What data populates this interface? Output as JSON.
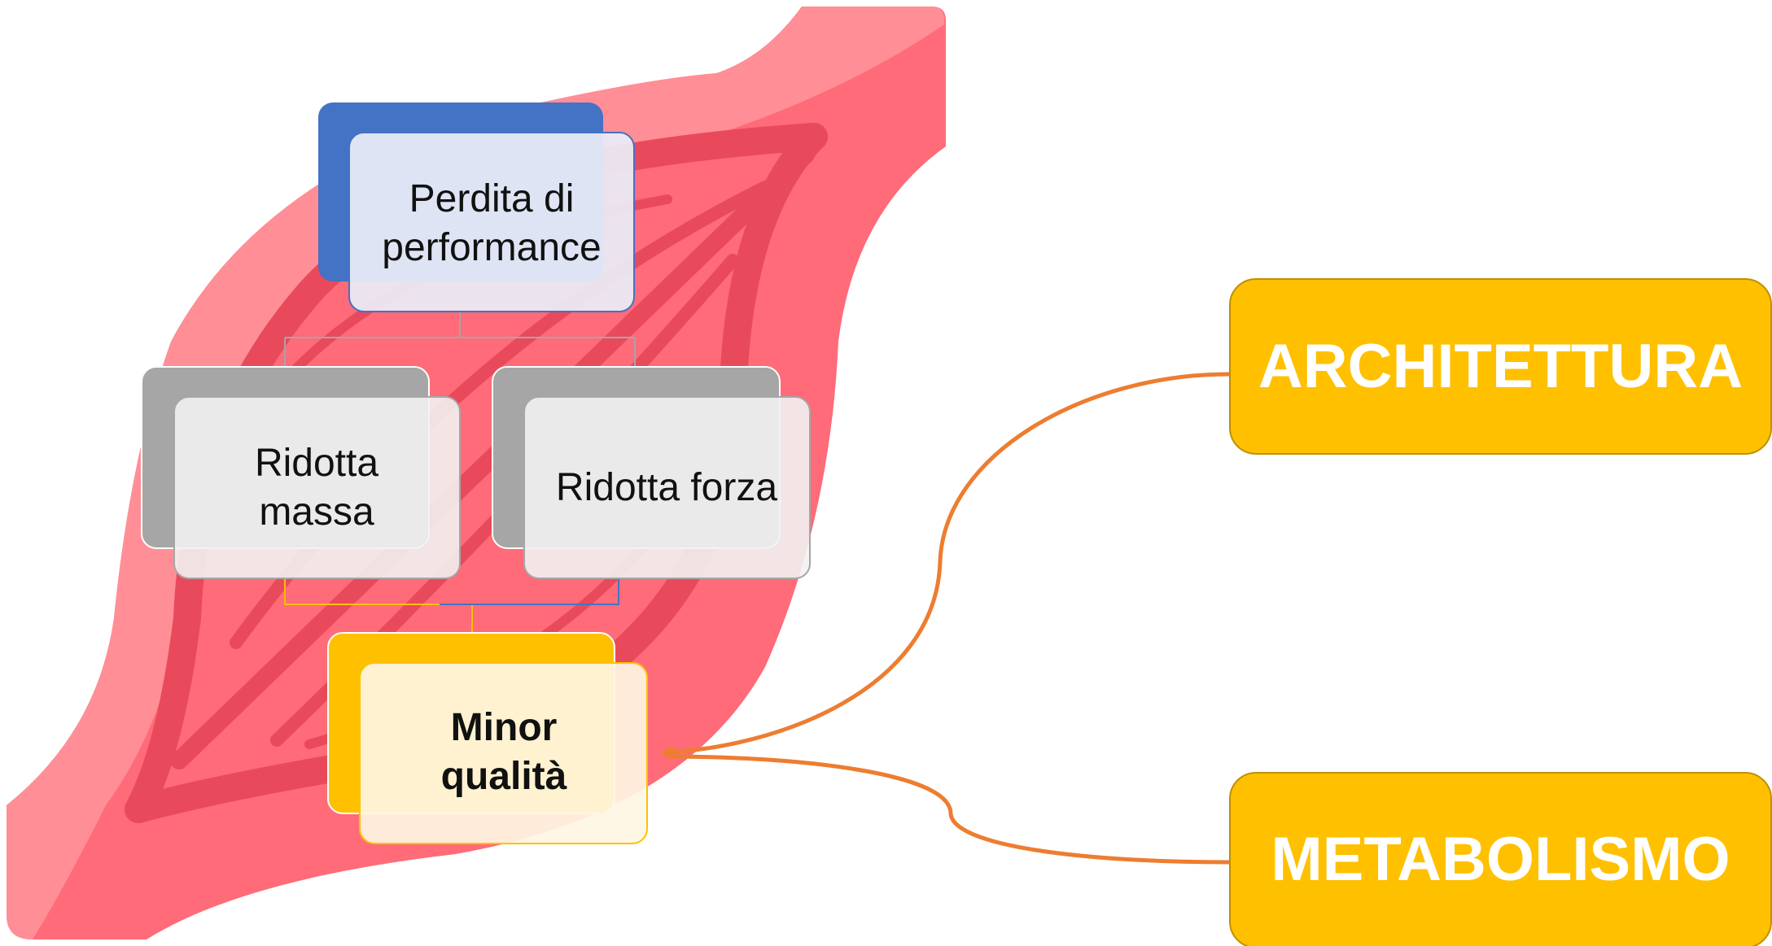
{
  "diagram": {
    "nodes": {
      "top": "Perdita di performance",
      "left": "Ridotta massa",
      "right": "Ridotta forza",
      "bottom": "Minor qualità"
    },
    "factors": {
      "architecture": "ARCHITETTURA",
      "metabolism": "METABOLISMO"
    },
    "colors": {
      "muscle_light": "#FF8E96",
      "muscle_mid": "#FF6B78",
      "muscle_dark": "#E84A5C",
      "top_accent": "#4472C4",
      "top_card": "#E9EDF7",
      "grey_accent": "#A6A6A6",
      "grey_card": "#F2F2F2",
      "gold": "#FFC000",
      "gold_card": "#FFF6E3",
      "arrow": "#ED7D31"
    }
  }
}
